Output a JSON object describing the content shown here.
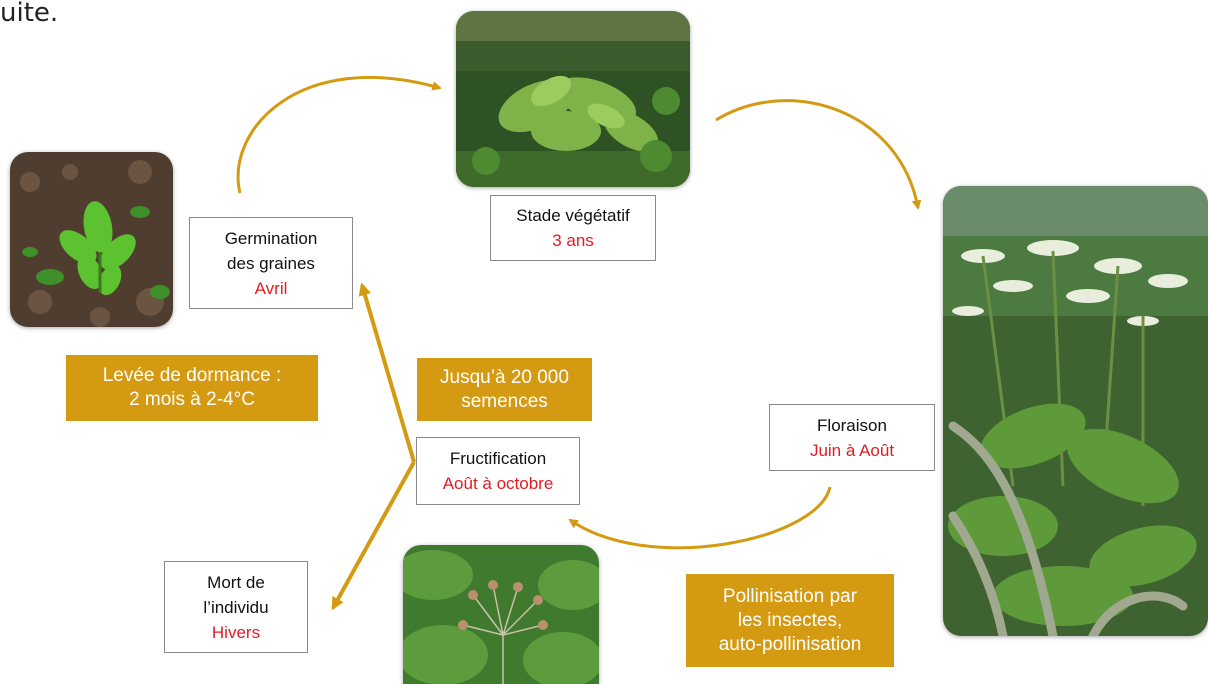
{
  "corner_text": "uite.",
  "colors": {
    "arrow": "#d49a12",
    "note_bg": "#d49a12",
    "highlight": "#e31b23"
  },
  "stages": {
    "germination": {
      "title": "Germination des graines",
      "line1": "Germination",
      "line2": "des graines",
      "period": "Avril"
    },
    "vegetative": {
      "title": "Stade végétatif",
      "period": "3 ans"
    },
    "flowering": {
      "title": "Floraison",
      "period": "Juin à Août"
    },
    "fruiting": {
      "title": "Fructification",
      "period": "Août à octobre"
    },
    "death": {
      "line1": "Mort de",
      "line2": "l’individu",
      "period": "Hivers"
    }
  },
  "notes": {
    "dormancy": {
      "line1": "Levée de dormance :",
      "line2": "2 mois à 2-4°C"
    },
    "seeds": {
      "line1": "Jusqu’à 20 000",
      "line2": "semences"
    },
    "pollination": {
      "line1": "Pollinisation par",
      "line2": "les insectes,",
      "line3": "auto-pollinisation"
    }
  },
  "photos": [
    "seedling-photo",
    "vegetative-plant-photo",
    "flowering-hogweed-photo",
    "seed-head-photo"
  ]
}
